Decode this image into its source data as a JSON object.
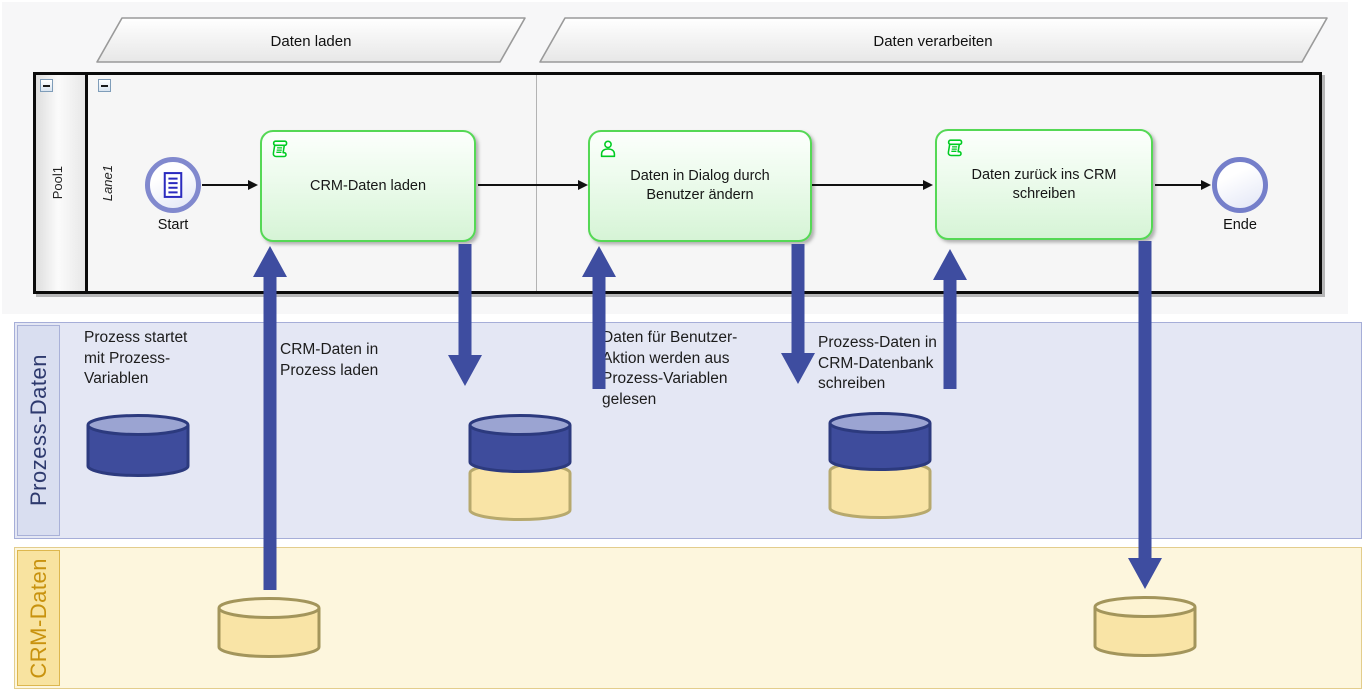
{
  "phases": [
    {
      "label": "Daten laden"
    },
    {
      "label": "Daten verarbeiten"
    }
  ],
  "pool": {
    "label": "Pool1",
    "lane": {
      "label": "Lane1"
    }
  },
  "process": {
    "start": {
      "label": "Start"
    },
    "end": {
      "label": "Ende"
    },
    "tasks": [
      {
        "label": "CRM-Daten laden",
        "icon": "script-icon"
      },
      {
        "label": "Daten in Dialog durch Benutzer ändern",
        "icon": "user-icon"
      },
      {
        "label": "Daten zurück ins CRM schreiben",
        "icon": "script-icon"
      }
    ]
  },
  "bands": {
    "process_data": {
      "label": "Prozess-Daten"
    },
    "crm_data": {
      "label": "CRM-Daten"
    }
  },
  "annotations": [
    {
      "text": "Prozess startet\nmit Prozess-\nVariablen"
    },
    {
      "text": "CRM-Daten in\nProzess laden"
    },
    {
      "text": "Daten für Benutzer-\nAktion werden aus\nProzess-Variablen\ngelesen"
    },
    {
      "text": "Prozess-Daten in\nCRM-Datenbank\nschreiben"
    }
  ],
  "colors": {
    "task_border_green": "#55d855",
    "task_icon_green": "#00cc22",
    "event_ring_purple": "#8189ce",
    "flow_arrow_blue": "#3e4da0",
    "process_band_bg": "#e4e7f4",
    "process_band_label": "#2e3a6e",
    "crm_band_bg": "#fdf6dd",
    "crm_band_label": "#c8920e",
    "cylinder_blue": "#3e4c9c",
    "cylinder_yellow": "#f9e4a6"
  }
}
